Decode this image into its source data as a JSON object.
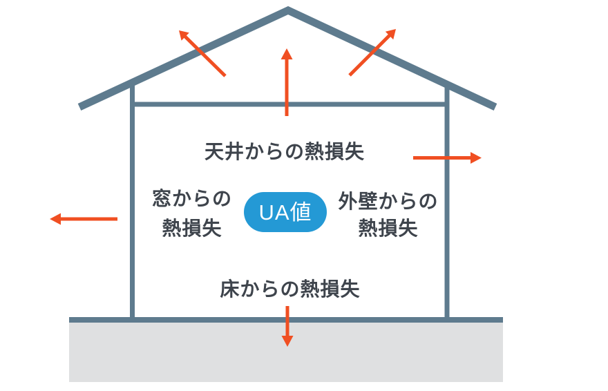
{
  "diagram": {
    "badge": {
      "label": "UA値"
    },
    "labels": {
      "ceiling": "天井からの熱損失",
      "window": {
        "line1": "窓からの",
        "line2": "熱損失"
      },
      "outer_wall": {
        "line1": "外壁からの",
        "line2": "熱損失"
      },
      "floor": "床からの熱損失"
    },
    "colors": {
      "structure": "#5e7b8e",
      "foundation": "#dfe0e1",
      "arrow": "#f04f22",
      "badge": "#2499d5",
      "badge_text": "#ffffff",
      "label": "#3e444c",
      "background": "#ffffff"
    },
    "arrows": [
      {
        "id": "roof-left",
        "direction": "up-left"
      },
      {
        "id": "roof-center",
        "direction": "up"
      },
      {
        "id": "roof-right",
        "direction": "up-right"
      },
      {
        "id": "wall-right",
        "direction": "right"
      },
      {
        "id": "window-left",
        "direction": "left"
      },
      {
        "id": "floor-down",
        "direction": "down"
      }
    ]
  }
}
